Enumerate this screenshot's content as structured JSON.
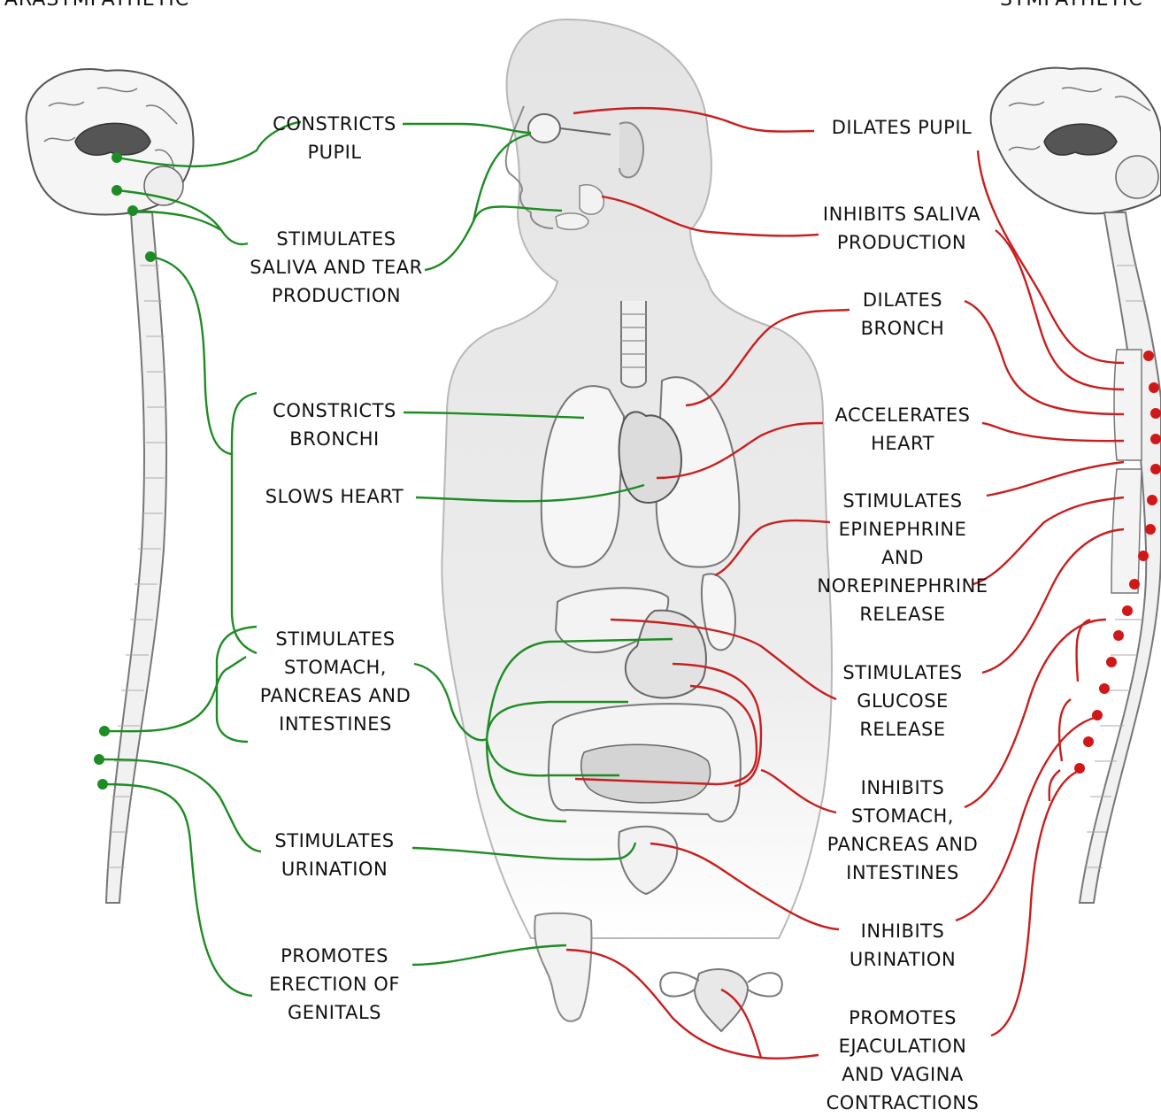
{
  "headers": {
    "left": "PARASYMPATHETIC",
    "right": "SYMPATHETIC"
  },
  "colors": {
    "parasympathetic": "#1e8c24",
    "sympathetic": "#c81f1f",
    "body_fill": "#e9e9e9",
    "outline": "#8a8a8a"
  },
  "parasympathetic_labels": [
    {
      "lines": [
        "CONSTRICTS",
        "PUPIL"
      ]
    },
    {
      "lines": [
        "STIMULATES",
        "SALIVA AND TEAR",
        "PRODUCTION"
      ]
    },
    {
      "lines": [
        "CONSTRICTS",
        "BRONCHI"
      ]
    },
    {
      "lines": [
        "SLOWS HEART"
      ]
    },
    {
      "lines": [
        "STIMULATES",
        "STOMACH,",
        "PANCREAS AND",
        "INTESTINES"
      ]
    },
    {
      "lines": [
        "STIMULATES",
        "URINATION"
      ]
    },
    {
      "lines": [
        "PROMOTES",
        "ERECTION OF",
        "GENITALS"
      ]
    }
  ],
  "sympathetic_labels": [
    {
      "lines": [
        "DILATES PUPIL"
      ]
    },
    {
      "lines": [
        "INHIBITS SALIVA",
        "PRODUCTION"
      ]
    },
    {
      "lines": [
        "DILATES",
        "BRONCH"
      ]
    },
    {
      "lines": [
        "ACCELERATES",
        "HEART"
      ]
    },
    {
      "lines": [
        "STIMULATES",
        "EPINEPHRINE",
        "AND",
        "NOREPINEPHRINE",
        "RELEASE"
      ]
    },
    {
      "lines": [
        "STIMULATES",
        "GLUCOSE",
        "RELEASE"
      ]
    },
    {
      "lines": [
        "INHIBITS",
        "STOMACH,",
        "PANCREAS AND",
        "INTESTINES"
      ]
    },
    {
      "lines": [
        "INHIBITS",
        "URINATION"
      ]
    },
    {
      "lines": [
        "PROMOTES",
        "EJACULATION",
        "AND VAGINA",
        "CONTRACTIONS"
      ]
    }
  ]
}
